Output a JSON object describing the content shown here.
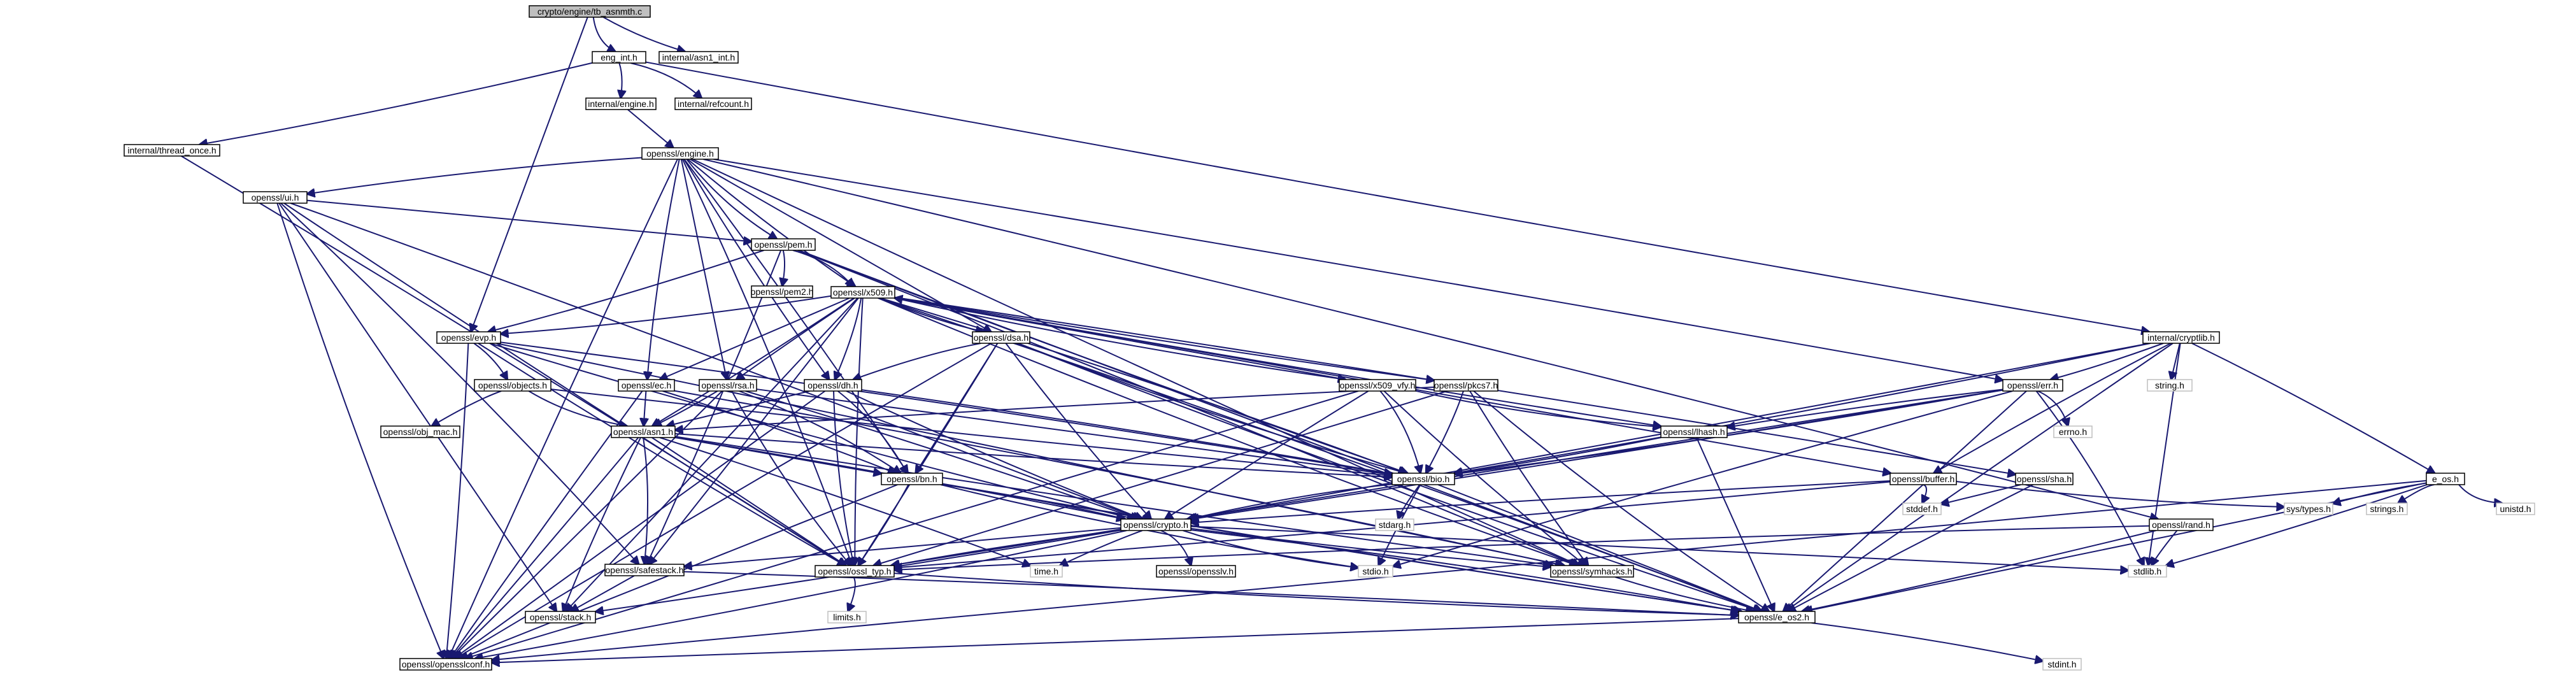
{
  "diagram": {
    "nodes": [
      {
        "id": "root",
        "label": "crypto/engine/tb_asnmth.c",
        "kind": "root"
      },
      {
        "id": "eng_int",
        "label": "eng_int.h",
        "kind": "normal"
      },
      {
        "id": "asn1_int",
        "label": "internal/asn1_int.h",
        "kind": "normal"
      },
      {
        "id": "int_engine",
        "label": "internal/engine.h",
        "kind": "normal"
      },
      {
        "id": "int_refcount",
        "label": "internal/refcount.h",
        "kind": "normal"
      },
      {
        "id": "thread_once",
        "label": "internal/thread_once.h",
        "kind": "normal"
      },
      {
        "id": "engine",
        "label": "openssl/engine.h",
        "kind": "normal"
      },
      {
        "id": "ui",
        "label": "openssl/ui.h",
        "kind": "normal"
      },
      {
        "id": "pem",
        "label": "openssl/pem.h",
        "kind": "normal"
      },
      {
        "id": "pem2",
        "label": "openssl/pem2.h",
        "kind": "normal"
      },
      {
        "id": "x509",
        "label": "openssl/x509.h",
        "kind": "normal"
      },
      {
        "id": "evp",
        "label": "openssl/evp.h",
        "kind": "normal"
      },
      {
        "id": "dsa",
        "label": "openssl/dsa.h",
        "kind": "normal"
      },
      {
        "id": "cryptlib",
        "label": "internal/cryptlib.h",
        "kind": "normal"
      },
      {
        "id": "objects",
        "label": "openssl/objects.h",
        "kind": "normal"
      },
      {
        "id": "ec",
        "label": "openssl/ec.h",
        "kind": "normal"
      },
      {
        "id": "rsa",
        "label": "openssl/rsa.h",
        "kind": "normal"
      },
      {
        "id": "dh",
        "label": "openssl/dh.h",
        "kind": "normal"
      },
      {
        "id": "x509_vfy",
        "label": "openssl/x509_vfy.h",
        "kind": "normal"
      },
      {
        "id": "pkcs7",
        "label": "openssl/pkcs7.h",
        "kind": "normal"
      },
      {
        "id": "err",
        "label": "openssl/err.h",
        "kind": "normal"
      },
      {
        "id": "string_h",
        "label": "string.h",
        "kind": "sys"
      },
      {
        "id": "obj_mac",
        "label": "openssl/obj_mac.h",
        "kind": "normal"
      },
      {
        "id": "asn1",
        "label": "openssl/asn1.h",
        "kind": "normal"
      },
      {
        "id": "lhash",
        "label": "openssl/lhash.h",
        "kind": "normal"
      },
      {
        "id": "errno_h",
        "label": "errno.h",
        "kind": "sys"
      },
      {
        "id": "e_os",
        "label": "e_os.h",
        "kind": "normal"
      },
      {
        "id": "bio",
        "label": "openssl/bio.h",
        "kind": "normal"
      },
      {
        "id": "bn",
        "label": "openssl/bn.h",
        "kind": "normal"
      },
      {
        "id": "buffer",
        "label": "openssl/buffer.h",
        "kind": "normal"
      },
      {
        "id": "sha",
        "label": "openssl/sha.h",
        "kind": "normal"
      },
      {
        "id": "sys_types",
        "label": "sys/types.h",
        "kind": "sys"
      },
      {
        "id": "strings_h",
        "label": "strings.h",
        "kind": "sys"
      },
      {
        "id": "unistd_h",
        "label": "unistd.h",
        "kind": "sys"
      },
      {
        "id": "crypto",
        "label": "openssl/crypto.h",
        "kind": "normal"
      },
      {
        "id": "stdarg_h",
        "label": "stdarg.h",
        "kind": "sys"
      },
      {
        "id": "stddef_h",
        "label": "stddef.h",
        "kind": "sys"
      },
      {
        "id": "rand",
        "label": "openssl/rand.h",
        "kind": "normal"
      },
      {
        "id": "safestack",
        "label": "openssl/safestack.h",
        "kind": "normal"
      },
      {
        "id": "ossl_typ",
        "label": "openssl/ossl_typ.h",
        "kind": "normal"
      },
      {
        "id": "time_h",
        "label": "time.h",
        "kind": "sys"
      },
      {
        "id": "opensslv",
        "label": "openssl/opensslv.h",
        "kind": "normal"
      },
      {
        "id": "stdio_h",
        "label": "stdio.h",
        "kind": "sys"
      },
      {
        "id": "symhacks",
        "label": "openssl/symhacks.h",
        "kind": "normal"
      },
      {
        "id": "stdlib_h",
        "label": "stdlib.h",
        "kind": "sys"
      },
      {
        "id": "stack",
        "label": "openssl/stack.h",
        "kind": "normal"
      },
      {
        "id": "limits_h",
        "label": "limits.h",
        "kind": "sys"
      },
      {
        "id": "e_os2",
        "label": "openssl/e_os2.h",
        "kind": "normal"
      },
      {
        "id": "opensslconf",
        "label": "openssl/opensslconf.h",
        "kind": "normal"
      },
      {
        "id": "stdint_h",
        "label": "stdint.h",
        "kind": "sys"
      }
    ]
  }
}
